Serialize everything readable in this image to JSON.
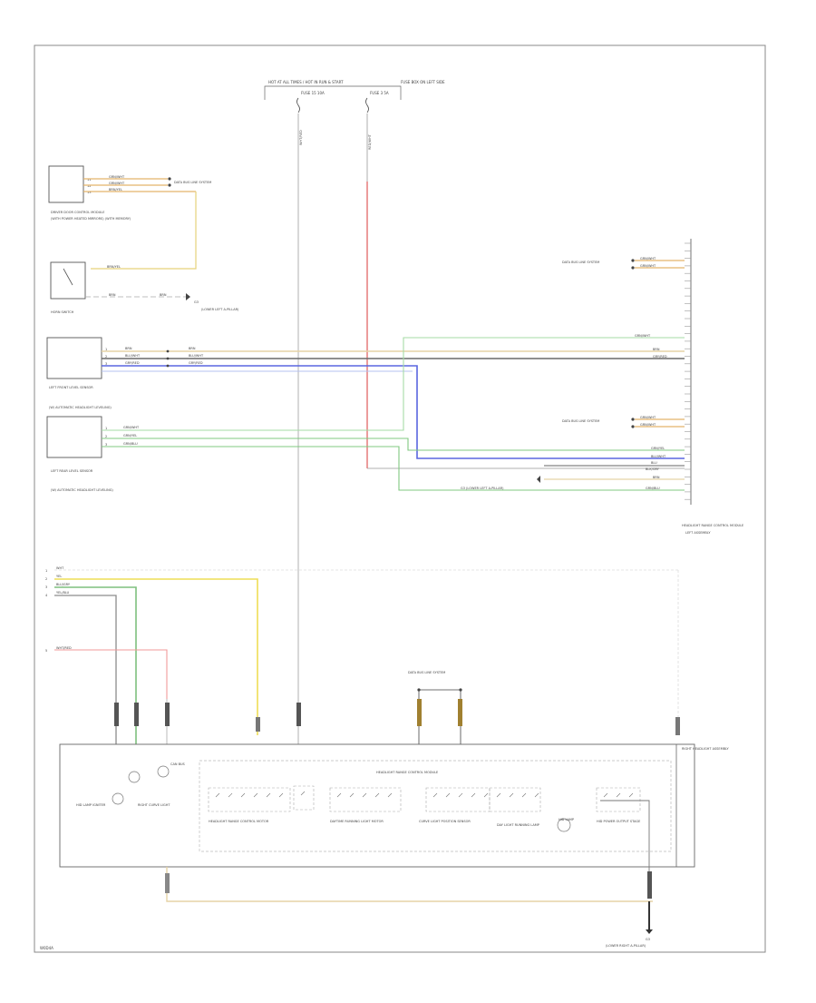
{
  "diagram": {
    "page_id": "W0D4A",
    "top_fuse_label": "HOT AT ALL TIMES / HOT IN RUN & START",
    "fuse_a_label": "FUSE 15 10A",
    "fuse_b_label": "FUSE 3 5A",
    "fuse_b_note": "FUSE BOX ON LEFT SIDE",
    "wire_fuse_a": "WHT/RED",
    "wire_fuse_b": "RED/WHT",
    "comp_driver_door": {
      "name": "DRIVER DOOR CONTROL MODULE",
      "note": "(WITH POWER HEATED MIRRORS) (WITH MEMORY)",
      "pins": [
        "11",
        "12",
        "13"
      ],
      "wires": [
        "GRN/WHT",
        "GRN/WHT",
        "BRN/YEL"
      ],
      "ref": "DATA BUS LINE SYSTEM"
    },
    "comp_horn_switch": {
      "name": "HORN SWITCH",
      "wire1": "BRN/YEL",
      "wire2": "BRN",
      "wire2b": "BRN",
      "ground": "G3",
      "ground_note": "(LOWER LEFT A-PILLAR)"
    },
    "comp_left_front_sensor": {
      "name": "LEFT FRONT LEVEL SENSOR",
      "note": "(W/ AUTOMATIC HEADLIGHT LEVELING)",
      "pins": [
        "1",
        "2",
        "3"
      ],
      "wires": [
        "BRN",
        "BLU/WHT",
        "GRY/RED"
      ],
      "wires_b": [
        "BRN",
        "BLU/WHT",
        "GRY/RED"
      ]
    },
    "comp_left_rear_sensor": {
      "name": "LEFT REAR LEVEL SENSOR",
      "note": "(W/ AUTOMATIC HEADLIGHT LEVELING)",
      "pins": [
        "1",
        "2",
        "3"
      ],
      "wires": [
        "GRN/WHT",
        "GRN/YEL",
        "GRN/BLU"
      ]
    },
    "connector_right": {
      "name": "HEADLIGHT RANGE CONTROL MODULE",
      "note": "LEFT ASSEMBLY",
      "ref1": "DATA BUS LINE SYSTEM",
      "ref2": "DATA BUS LINE SYSTEM",
      "ground_ref": "G3 (LOWER LEFT A-PILLAR)",
      "wires_top": [
        "GRN/WHT",
        "GRN/WHT"
      ],
      "wires_mid": [
        "GRN/WHT",
        "BRN",
        "GRY/RED"
      ],
      "wires_low": [
        "GRN/WHT",
        "GRN/WHT"
      ],
      "wires_bottom": [
        "GRN/YEL",
        "BLU/WHT",
        "BLU",
        "BLK/GRY",
        "BRN",
        "GRN/BLU"
      ]
    },
    "lower_harness": {
      "wires": [
        "WHT",
        "YEL",
        "BLU/GRY",
        "YEL/BLU"
      ],
      "red_wire": "WHT/RED",
      "pins": [
        "1",
        "2",
        "3",
        "4",
        "5"
      ]
    },
    "bottom_module": {
      "name": "HEADLIGHT RANGE CONTROL MODULE",
      "right_label": "RIGHT HEADLIGHT ASSEMBLY",
      "data_bus_ref": "DATA BUS LINE SYSTEM",
      "bus_label": "CAN BUS",
      "sub_blocks": [
        "HEADLIGHT RANGE CONTROL MOTOR",
        "DAYTIME RUNNING LIGHT MOTOR",
        "CURVE LIGHT POSITION SENSOR",
        "DAY LIGHT RUNNING LAMP",
        "HID LAMP",
        "HID POWER OUTPUT STAGE"
      ],
      "left_labels": [
        "HID LAMP IGNITER",
        "RIGHT CURVE LIGHT"
      ],
      "ground": "G3",
      "ground_note": "(LOWER RIGHT A-PILLAR)"
    }
  }
}
